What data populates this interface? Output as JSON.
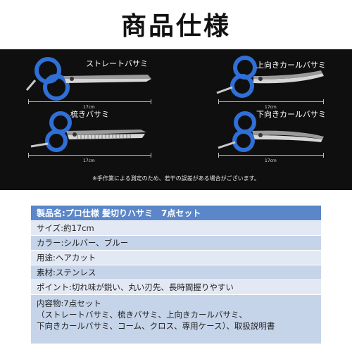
{
  "page": {
    "title": "商品仕様"
  },
  "products": [
    {
      "name": "ストレートバサミ",
      "length_label": "17cm",
      "type": "straight"
    },
    {
      "name": "上向きカールバサミ",
      "length_label": "17cm",
      "type": "curve-up"
    },
    {
      "name": "梳きバサミ",
      "length_label": "17cm",
      "type": "thinning"
    },
    {
      "name": "下向きカールバサミ",
      "length_label": "17cm",
      "type": "curve-down"
    }
  ],
  "note": "※手作業による測定のため、若干の誤差がある場合がございます。",
  "specs": {
    "header": "製品名:プロ仕様 髪切りハサミ　7点セット",
    "size": "サイズ:約17cm",
    "color": "カラー:シルバー、ブルー",
    "use": "用途:ヘアカット",
    "material": "素材:ステンレス",
    "point": "ポイント:切れ味が鋭い、丸い刃先、長時間握りやすい",
    "contents_1": "内容物:7点セット",
    "contents_2": "（ストレートバサミ、梳きバサミ、上向きカールバサミ、",
    "contents_3": "下向きカールバサミ、コーム、クロス、専用ケース）、取扱説明書"
  },
  "colors": {
    "accent_blue": "#2f6fd6",
    "header_bg": "#5b86c9",
    "row_light": "#e3e9f4",
    "row_mid": "#c6d4ea",
    "panel_bg": "#0f0f10"
  }
}
